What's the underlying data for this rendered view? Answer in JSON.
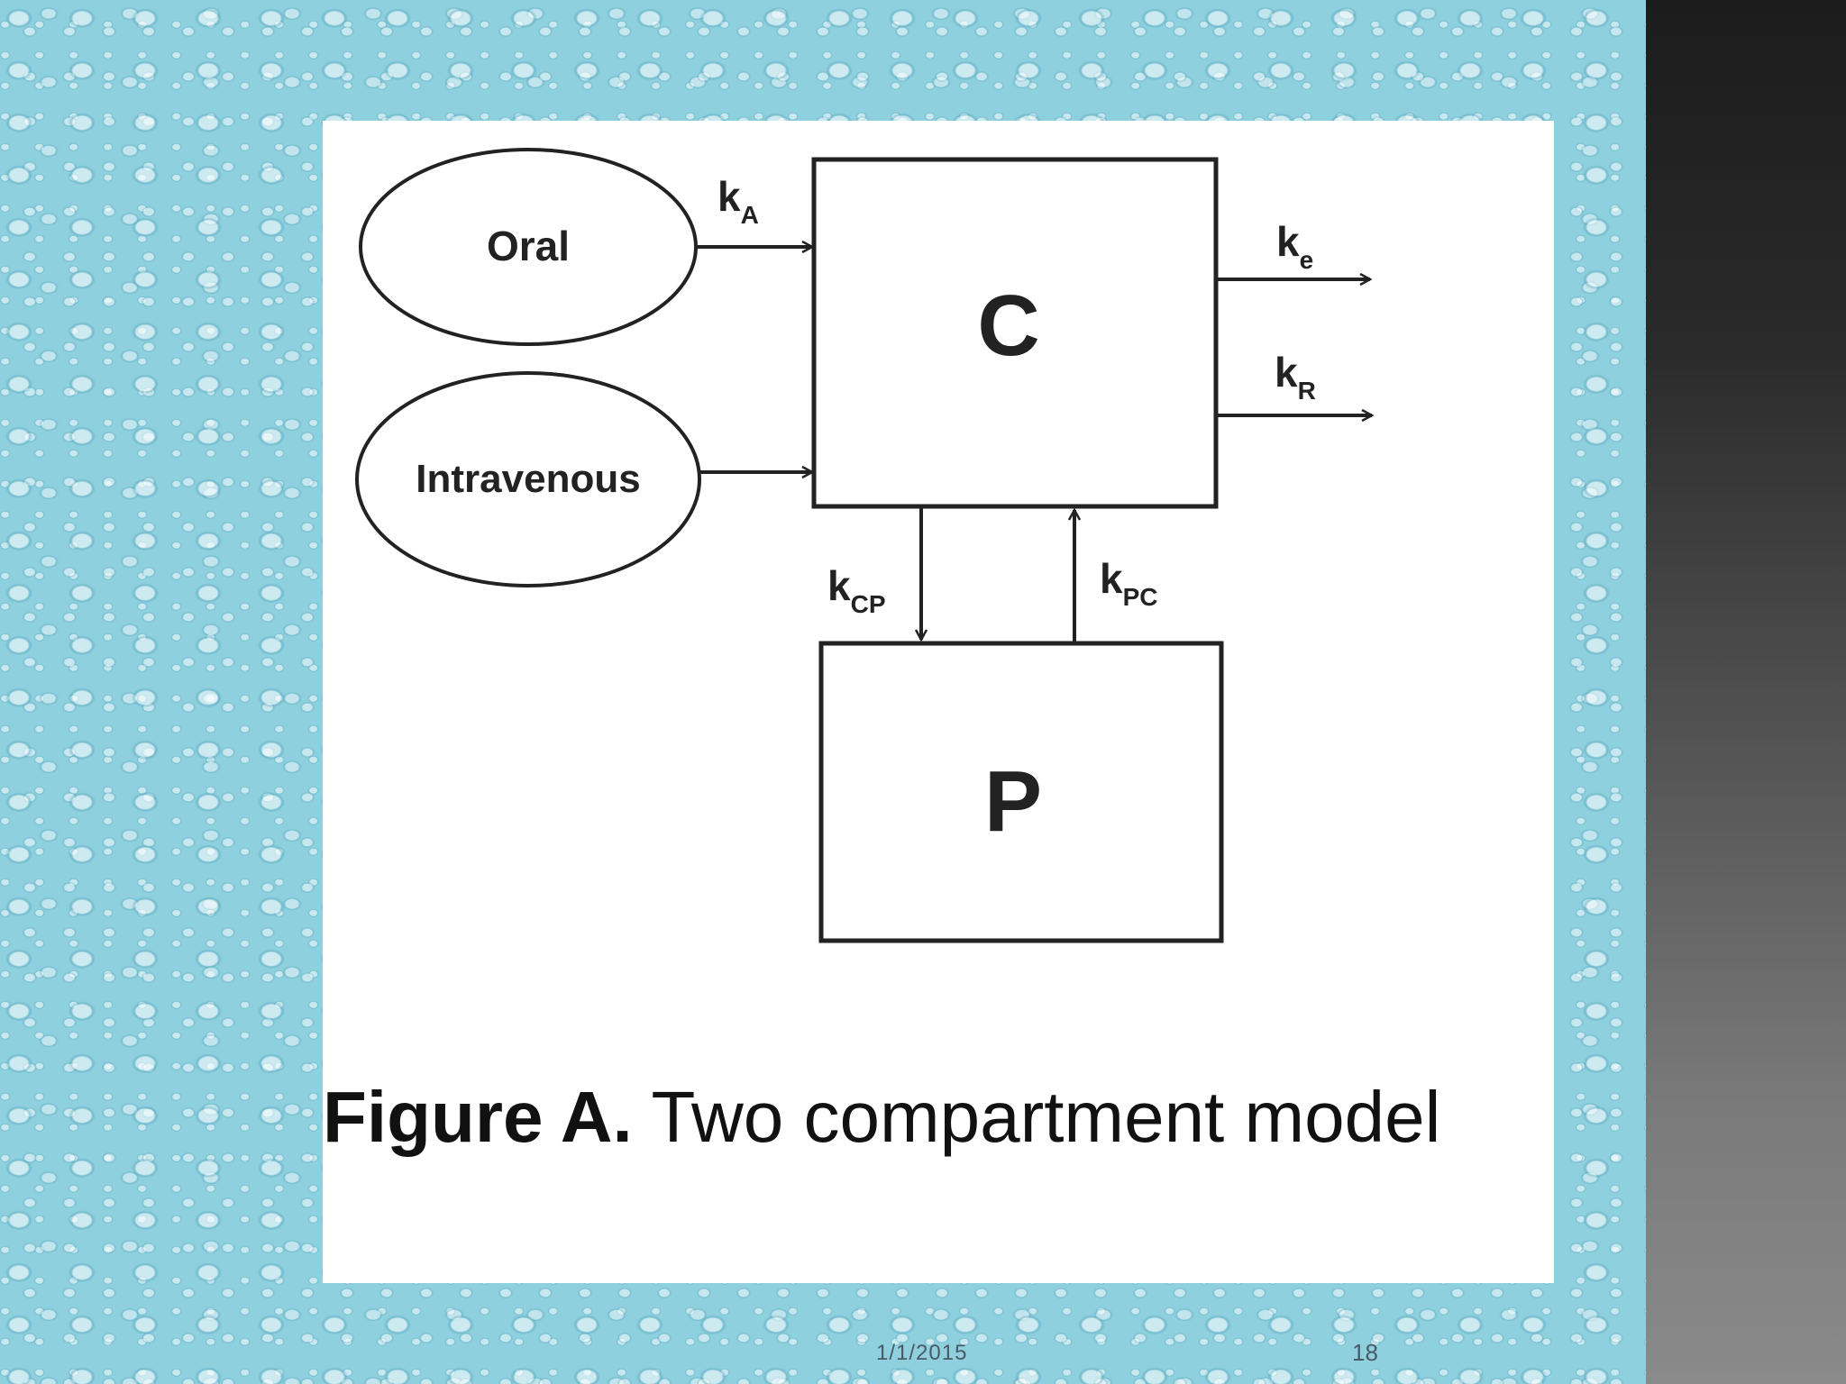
{
  "diagram": {
    "nodes": {
      "oral": "Oral",
      "intravenous": "Intravenous",
      "central": "C",
      "peripheral": "P"
    },
    "rates": {
      "ka": {
        "main": "k",
        "sub": "A"
      },
      "ke": {
        "main": "k",
        "sub": "e"
      },
      "kr": {
        "main": "k",
        "sub": "R"
      },
      "kcp": {
        "main": "k",
        "sub": "CP"
      },
      "kpc": {
        "main": "k",
        "sub": "PC"
      }
    },
    "edges": [
      {
        "from": "Oral",
        "to": "C",
        "label": "kA"
      },
      {
        "from": "Intravenous",
        "to": "C",
        "label": ""
      },
      {
        "from": "C",
        "to": "out",
        "label": "ke"
      },
      {
        "from": "C",
        "to": "out",
        "label": "kR"
      },
      {
        "from": "C",
        "to": "P",
        "label": "kCP"
      },
      {
        "from": "P",
        "to": "C",
        "label": "kPC"
      }
    ],
    "caption_bold": "Figure A.",
    "caption_text": "Two compartment model"
  },
  "footer": {
    "date": "1/1/2015",
    "page": "18"
  }
}
